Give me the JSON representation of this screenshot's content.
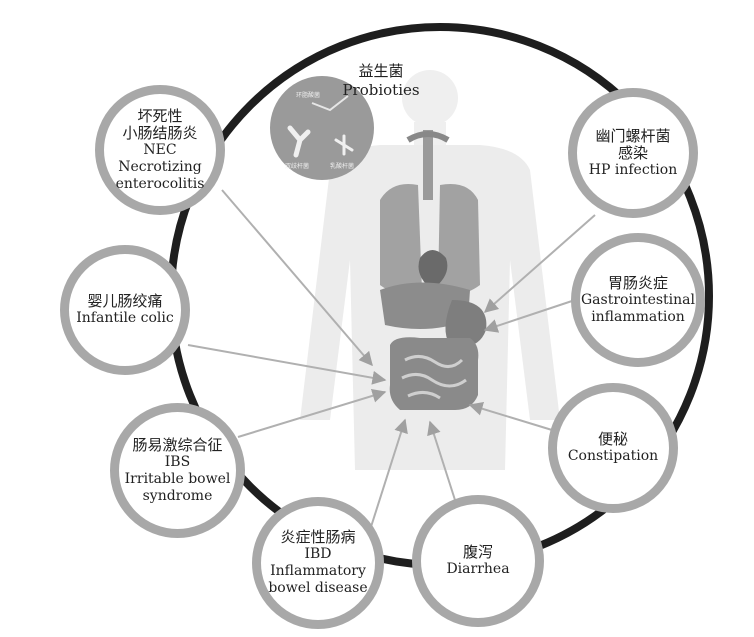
{
  "center": {
    "zh": "益生菌",
    "en": "Probioties"
  },
  "inset": {
    "top_label": "环脂酸菌",
    "left_label": "双歧杆菌",
    "right_label": "乳酸杆菌"
  },
  "nodes": {
    "nec": {
      "lines": [
        "坏死性",
        "小肠结肠炎",
        "NEC",
        "Necrotizing",
        "enterocolitis"
      ]
    },
    "hp": {
      "lines": [
        "幽门螺杆菌",
        "感染",
        "HP infection"
      ]
    },
    "colic": {
      "lines": [
        "婴儿肠绞痛",
        "Infantile colic"
      ]
    },
    "gastro": {
      "lines": [
        "胃肠炎症",
        "Gastrointestinal",
        "inflammation"
      ]
    },
    "ibs": {
      "lines": [
        "肠易激综合征",
        "IBS",
        "Irritable bowel",
        "syndrome"
      ]
    },
    "constipation": {
      "lines": [
        "便秘",
        "Constipation"
      ]
    },
    "ibd": {
      "lines": [
        "炎症性肠病",
        "IBD",
        "Inflammatory",
        "bowel disease"
      ]
    },
    "diarrhea": {
      "lines": [
        "腹泻",
        "Diarrhea"
      ]
    }
  },
  "colors": {
    "ring": "#1e1e1e",
    "node_border": "#a8a8a8",
    "arrow": "#b0b0b0",
    "body": "#ececec",
    "organ": "#8f8f8f",
    "inset": "#9a9a9a"
  }
}
